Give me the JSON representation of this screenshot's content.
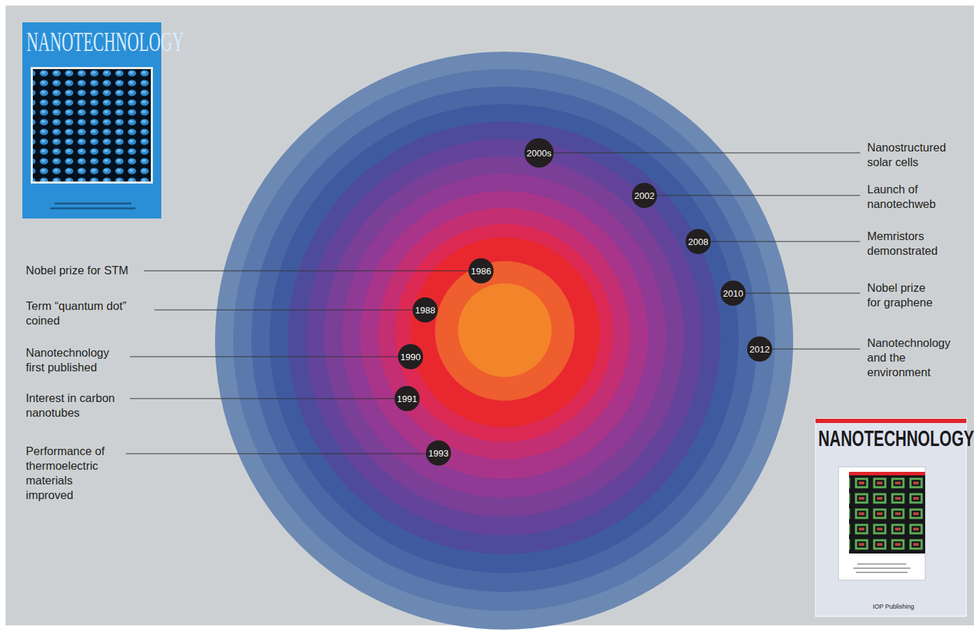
{
  "diagram": {
    "nodes": [
      {
        "text": [
          "1986"
        ]
      },
      {
        "text": [
          "1988"
        ]
      },
      {
        "text": [
          "1990"
        ]
      },
      {
        "text": [
          "1991"
        ]
      },
      {
        "text": [
          "1993"
        ]
      },
      {
        "text": [
          "2000s"
        ]
      },
      {
        "text": [
          "2002"
        ]
      },
      {
        "text": [
          "2008"
        ]
      },
      {
        "text": [
          "2010"
        ]
      },
      {
        "text": [
          "2012"
        ]
      }
    ],
    "labels": [
      "Nobel prize for STM",
      "Term “quantum dot” coined",
      "Nanotechnology first published",
      "Interest in carbon nanotubes",
      "Performance of thermoelectric materials improved",
      "Nanostructured solar cells",
      "Launch of nanotechweb",
      "Memristors demonstrated",
      "Nobel prize for graphene",
      "Nanotechnology and the environment",
      "NANOTECHNOLOGY",
      "NANOTECHNOLOGY",
      "IOP Publishing"
    ]
  }
}
